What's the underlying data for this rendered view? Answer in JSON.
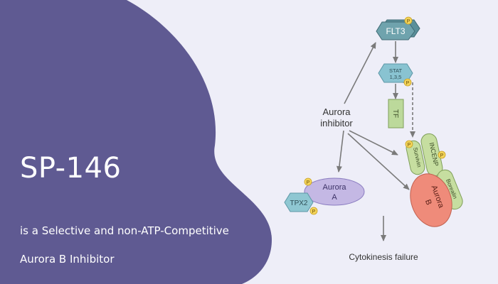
{
  "banner": {
    "title": "SP-146",
    "subtitle_line1": "is a Selective and non-ATP-Competitive",
    "subtitle_line2": "Aurora B Inhibitor"
  },
  "diagram": {
    "inhibitor_line1": "Aurora",
    "inhibitor_line2": "inhibitor",
    "flt3": "FLT3",
    "stat_line1": "STAT",
    "stat_line2": "1,3,5",
    "tf": "TF",
    "survivin": "Survivin",
    "incenp": "INCENP",
    "borealin": "Borealin",
    "aurora_b_line1": "Aurora",
    "aurora_b_line2": "B",
    "aurora_a_line1": "Aurora",
    "aurora_a_line2": "A",
    "tpx2": "TPX2",
    "phospho": "P",
    "outcome": "Cytokinesis failure"
  },
  "colors": {
    "banner_purple": "#5f5a92",
    "background": "#eeeef8",
    "flt3": "#5a8f9a",
    "stat": "#89c3d1",
    "tf": "#bcd99b",
    "survivin_incenp_borealin": "#c6dea0",
    "aurora_b": "#ef8b7a",
    "aurora_a": "#c4b8e4",
    "tpx2": "#8fc7d2",
    "phospho": "#f3d45a",
    "arrow": "#7a7a7a"
  }
}
